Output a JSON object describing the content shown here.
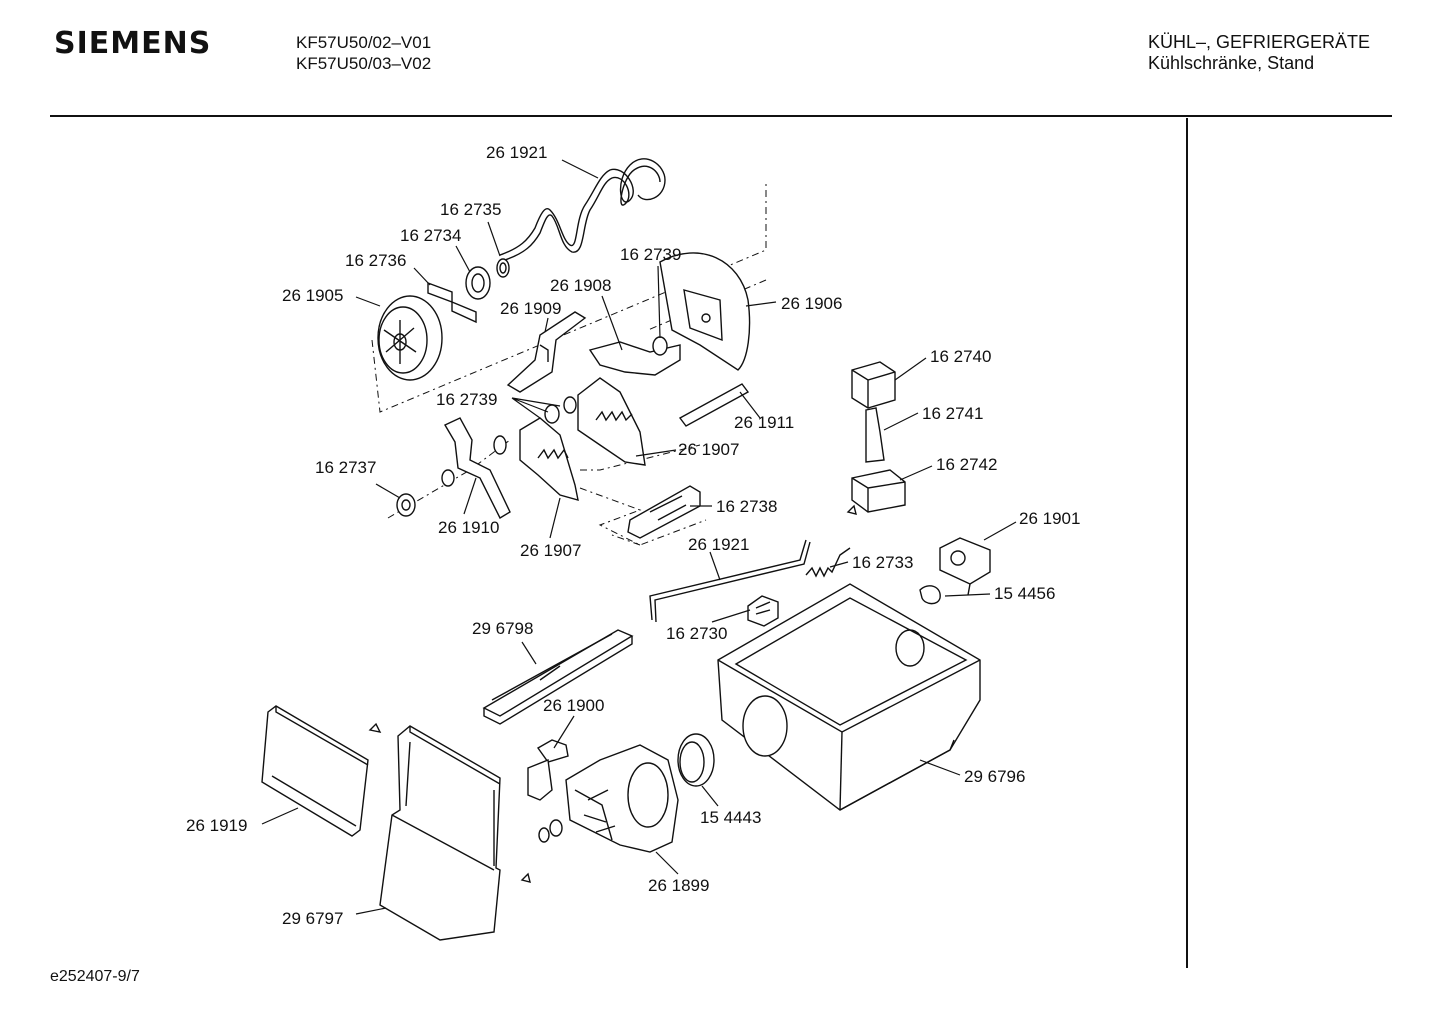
{
  "header": {
    "brand": "SIEMENS",
    "models": [
      "KF57U50/02–V01",
      "KF57U50/03–V02"
    ],
    "category_line1": "KÜHL–, GEFRIERGERÄTE",
    "category_line2": "Kühlschränke, Stand"
  },
  "footer": {
    "doc_id": "e252407-9/7"
  },
  "callouts": [
    {
      "id": "c-261921a",
      "label": "26 1921"
    },
    {
      "id": "c-162735",
      "label": "16 2735"
    },
    {
      "id": "c-162734",
      "label": "16 2734"
    },
    {
      "id": "c-162736",
      "label": "16 2736"
    },
    {
      "id": "c-261905",
      "label": "26 1905"
    },
    {
      "id": "c-162739a",
      "label": "16 2739"
    },
    {
      "id": "c-261908",
      "label": "26 1908"
    },
    {
      "id": "c-261909",
      "label": "26 1909"
    },
    {
      "id": "c-261906",
      "label": "26 1906"
    },
    {
      "id": "c-162740",
      "label": "16 2740"
    },
    {
      "id": "c-162739b",
      "label": "16 2739"
    },
    {
      "id": "c-261911",
      "label": "26 1911"
    },
    {
      "id": "c-162741",
      "label": "16 2741"
    },
    {
      "id": "c-261907a",
      "label": "26 1907"
    },
    {
      "id": "c-162742",
      "label": "16 2742"
    },
    {
      "id": "c-162737",
      "label": "16 2737"
    },
    {
      "id": "c-162738",
      "label": "16 2738"
    },
    {
      "id": "c-261910",
      "label": "26 1910"
    },
    {
      "id": "c-261907b",
      "label": "26 1907"
    },
    {
      "id": "c-261901",
      "label": "26 1901"
    },
    {
      "id": "c-261921b",
      "label": "26 1921"
    },
    {
      "id": "c-162733",
      "label": "16 2733"
    },
    {
      "id": "c-154456",
      "label": "15 4456"
    },
    {
      "id": "c-296798",
      "label": "29 6798"
    },
    {
      "id": "c-162730",
      "label": "16 2730"
    },
    {
      "id": "c-261900",
      "label": "26 1900"
    },
    {
      "id": "c-296796",
      "label": "29 6796"
    },
    {
      "id": "c-154443",
      "label": "15 4443"
    },
    {
      "id": "c-261919",
      "label": "26 1919"
    },
    {
      "id": "c-261899",
      "label": "26 1899"
    },
    {
      "id": "c-296797",
      "label": "29 6797"
    }
  ]
}
